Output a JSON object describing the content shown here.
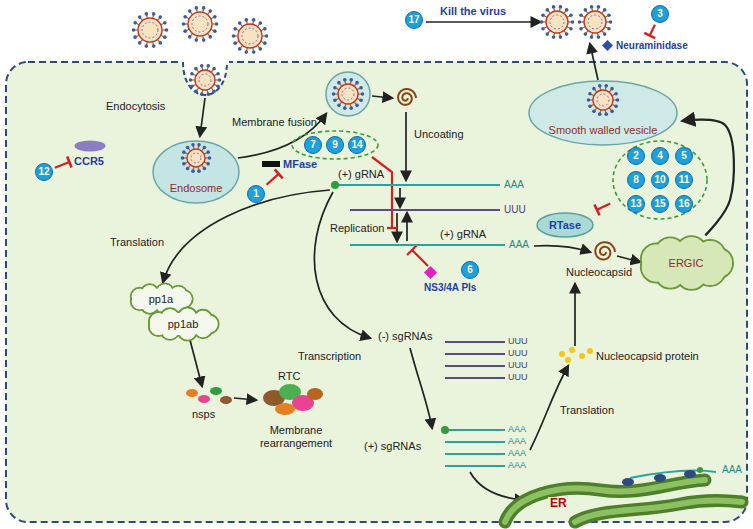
{
  "diagram": {
    "nodes": [
      {
        "text": [
          "Endosome"
        ]
      },
      {
        "text": [
          "CCR5"
        ]
      },
      {
        "text": [
          "12"
        ]
      },
      {
        "text": [
          "MFase"
        ]
      },
      {
        "text": [
          "1"
        ]
      },
      {
        "text": []
      },
      {
        "text": [
          "7"
        ],
        "in": 5
      },
      {
        "text": [
          "9"
        ],
        "in": 5
      },
      {
        "text": [
          "14"
        ],
        "in": 5
      },
      {
        "text": [
          "Smooth walled vesicle"
        ]
      },
      {
        "text": [
          "ERGIC"
        ]
      },
      {
        "text": [
          "Neuraminidase"
        ]
      },
      {
        "text": [
          "3"
        ]
      },
      {
        "text": [
          "17"
        ]
      },
      {
        "text": [
          "RTase"
        ]
      },
      {
        "text": []
      },
      {
        "text": [
          "2"
        ],
        "in": 15
      },
      {
        "text": [
          "4"
        ],
        "in": 15
      },
      {
        "text": [
          "5"
        ],
        "in": 15
      },
      {
        "text": [
          "8"
        ],
        "in": 15
      },
      {
        "text": [
          "10"
        ],
        "in": 15
      },
      {
        "text": [
          "11"
        ],
        "in": 15
      },
      {
        "text": [
          "13"
        ],
        "in": 15
      },
      {
        "text": [
          "15"
        ],
        "in": 15
      },
      {
        "text": [
          "16"
        ],
        "in": 15
      },
      {
        "text": [
          "NS3/4A PIs"
        ]
      },
      {
        "text": [
          "6"
        ]
      },
      {
        "text": [
          "pp1a"
        ]
      },
      {
        "text": [
          "pp1ab"
        ]
      }
    ],
    "edges": [
      {
        "from": 2,
        "to": 1,
        "arrow": "to"
      },
      {
        "from": 4,
        "to": 3,
        "arrow": "to"
      },
      {
        "from": 12,
        "to": 11,
        "arrow": "to"
      },
      {
        "from": 15,
        "to": 14,
        "arrow": "to"
      },
      {
        "from": 10,
        "to": 9,
        "arrow": "to"
      }
    ],
    "labels": [
      "Kill the virus",
      "Endocytosis",
      "Membrane fusion",
      "Uncoating",
      "(+) gRNA",
      "AAA",
      "UUU",
      "Replication",
      "(+) gRNA",
      "AAA",
      "Translation",
      "Transcription",
      "(-) sgRNAs",
      "UUU",
      "UUU",
      "UUU",
      "UUU",
      "(+) sgRNAs",
      "AAA",
      "AAA",
      "AAA",
      "AAA",
      "nsps",
      "RTC",
      "Membrane rearrangement",
      "Nucleocapsid",
      "Nucleocapsid protein",
      "Translation",
      "ER",
      "AAA"
    ]
  }
}
